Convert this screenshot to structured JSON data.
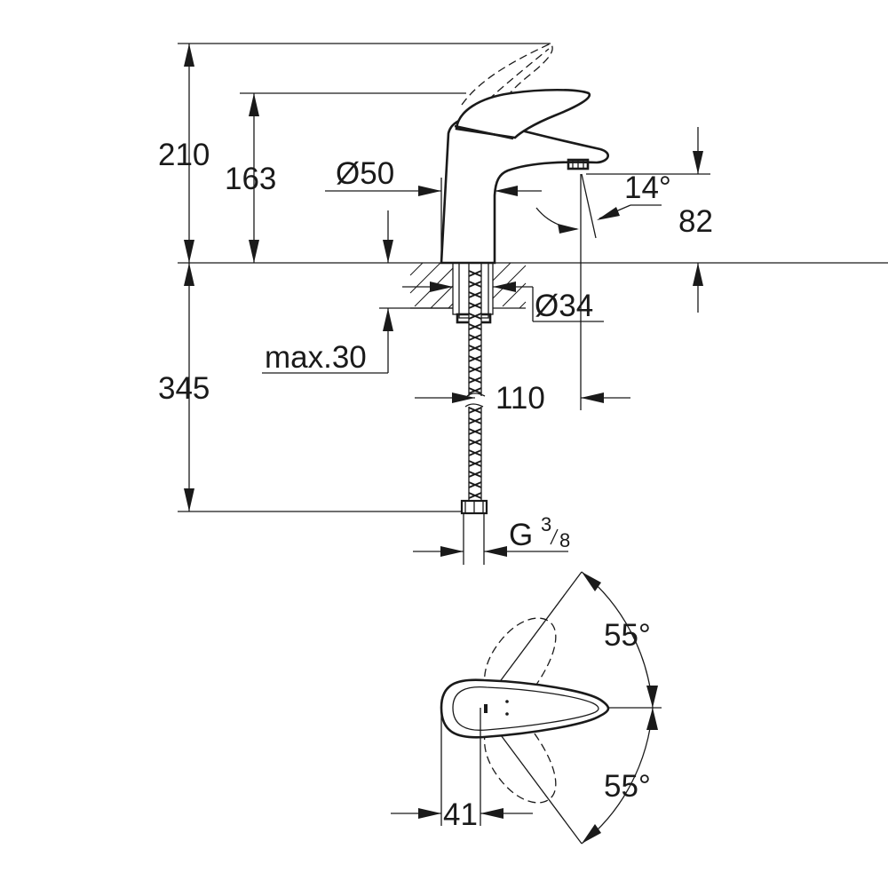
{
  "drawing": {
    "dimensions": {
      "height_total": "210",
      "height_spout": "163",
      "diameter_body": "Ø50",
      "spout_angle": "14°",
      "height_outlet": "82",
      "diameter_hole": "Ø34",
      "max_countertop": "max.30",
      "hose_length": "345",
      "spout_reach": "110",
      "thread_prefix": "G",
      "thread_num": "3",
      "thread_den": "8",
      "rotation_left": "55°",
      "rotation_right": "55°",
      "base_offset": "41"
    }
  }
}
